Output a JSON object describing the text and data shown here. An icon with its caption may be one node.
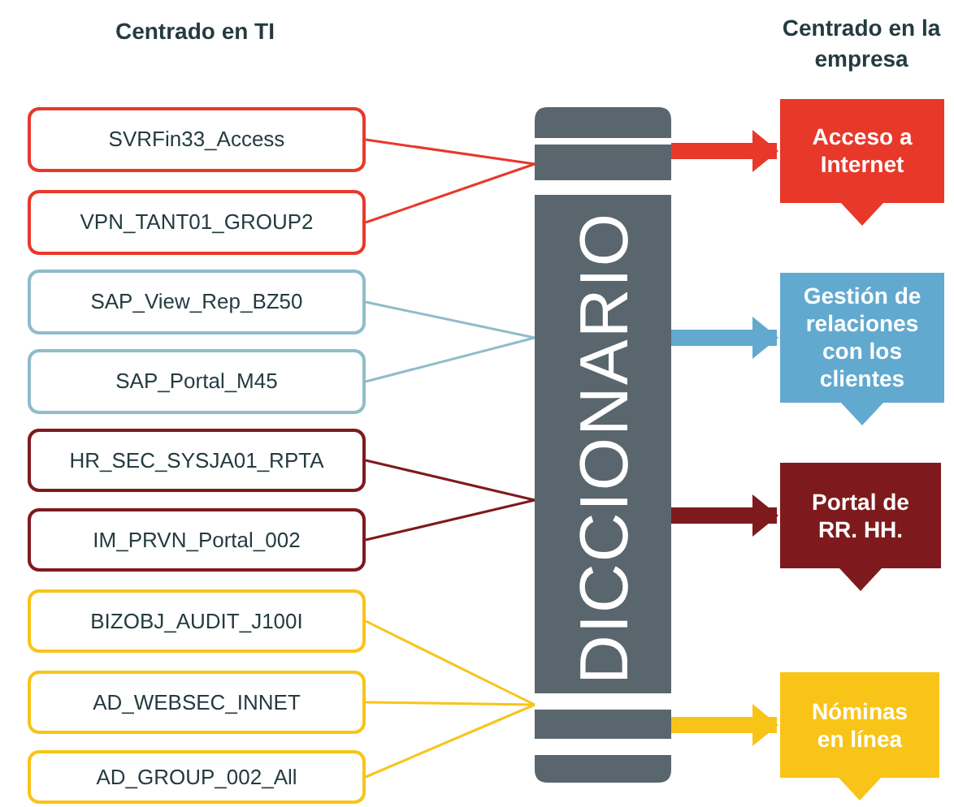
{
  "diagram": {
    "nodes": [
      {
        "text": [
          "SVRFin33_Access"
        ]
      },
      {
        "text": [
          "VPN_TANT01_GROUP2"
        ]
      },
      {
        "text": [
          "SAP_View_Rep_BZ50"
        ]
      },
      {
        "text": [
          "SAP_Portal_M45"
        ]
      },
      {
        "text": [
          "HR_SEC_SYSJA01_RPTA"
        ]
      },
      {
        "text": [
          "IM_PRVN_Portal_002"
        ]
      },
      {
        "text": [
          "BIZOBJ_AUDIT_J100I"
        ]
      },
      {
        "text": [
          "AD_WEBSEC_INNET"
        ]
      },
      {
        "text": [
          "AD_GROUP_002_All"
        ]
      },
      {
        "text": [
          "DICCIONARIO"
        ]
      },
      {
        "text": [
          "Acceso a Internet"
        ]
      },
      {
        "text": [
          "Gestión de relaciones con los clientes"
        ]
      },
      {
        "text": [
          "Portal de RR. HH."
        ]
      },
      {
        "text": [
          "Nóminas en línea"
        ]
      }
    ],
    "edges": [
      {
        "from": 0,
        "to": 9,
        "arrow": "none",
        "color": "#e8382a"
      },
      {
        "from": 1,
        "to": 9,
        "arrow": "none",
        "color": "#e8382a"
      },
      {
        "from": 2,
        "to": 9,
        "arrow": "none",
        "color": "#8fbccb"
      },
      {
        "from": 3,
        "to": 9,
        "arrow": "none",
        "color": "#8fbccb"
      },
      {
        "from": 4,
        "to": 9,
        "arrow": "none",
        "color": "#7e1a1d"
      },
      {
        "from": 5,
        "to": 9,
        "arrow": "none",
        "color": "#7e1a1d"
      },
      {
        "from": 6,
        "to": 9,
        "arrow": "none",
        "color": "#f9c418"
      },
      {
        "from": 7,
        "to": 9,
        "arrow": "none",
        "color": "#f9c418"
      },
      {
        "from": 8,
        "to": 9,
        "arrow": "none",
        "color": "#f9c418"
      },
      {
        "from": 9,
        "to": 10,
        "arrow": "to",
        "style": "thick",
        "color": "#e8382a"
      },
      {
        "from": 9,
        "to": 11,
        "arrow": "to",
        "style": "thick",
        "color": "#62a9cf"
      },
      {
        "from": 9,
        "to": 12,
        "arrow": "to",
        "style": "thick",
        "color": "#7e1a1d"
      },
      {
        "from": 9,
        "to": 13,
        "arrow": "to",
        "style": "thick",
        "color": "#f9c418"
      }
    ],
    "labels": [
      "Centrado en TI",
      "Centrado en la empresa"
    ]
  }
}
